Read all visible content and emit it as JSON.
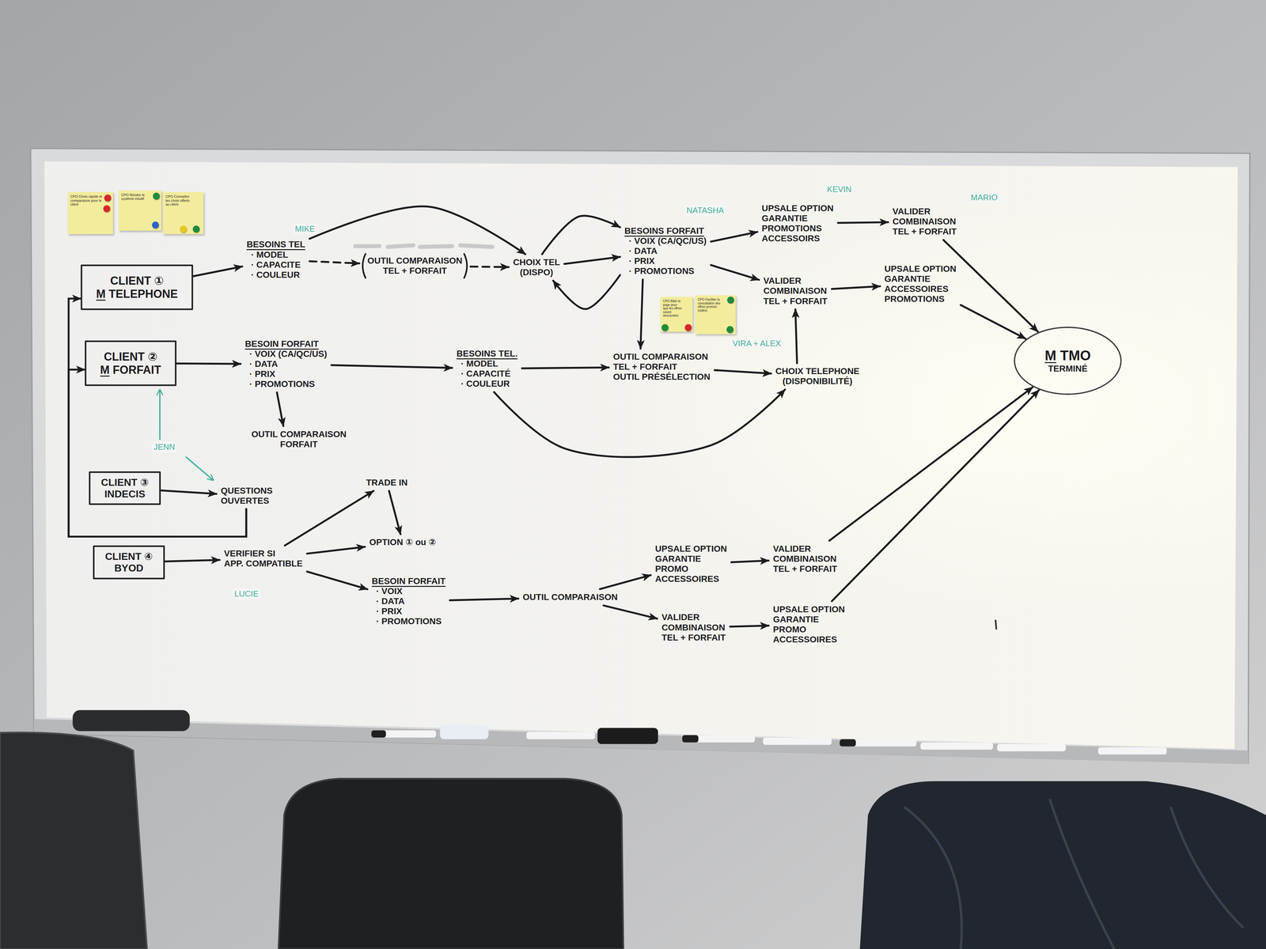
{
  "diagram": {
    "nodes": [
      {
        "text": [
          "CPO Choix rapide et comparaison pour le client"
        ]
      },
      {
        "text": [
          "CPO Rendre le système intuitif"
        ]
      },
      {
        "text": [
          "CPO Connaître les choix offerts au client"
        ]
      },
      {
        "text": [
          "CLIENT ①",
          "M TELEPHONE"
        ]
      },
      {
        "text": [
          "BESOINS TEL",
          "· MODEL",
          "· CAPACITE",
          "· COULEUR"
        ]
      },
      {
        "text": [
          "OUTIL COMPARAISON",
          "TEL + FORFAIT"
        ]
      },
      {
        "text": [
          "CHOIX TEL",
          "(DISPO)"
        ]
      },
      {
        "text": [
          "BESOINS FORFAIT",
          "· VOIX (CA/QC/US)",
          "· DATA",
          "· PRIX",
          "· PROMOTIONS"
        ]
      },
      {
        "text": [
          "UPSALE OPTION",
          "GARANTIE",
          "PROMOTIONS",
          "ACCESSOIRS"
        ]
      },
      {
        "text": [
          "VALIDER",
          "COMBINAISON",
          "TEL + FORFAIT"
        ]
      },
      {
        "text": [
          "VALIDER",
          "COMBINAISON",
          "TEL + FORFAIT"
        ]
      },
      {
        "text": [
          "UPSALE OPTION",
          "GARANTIE",
          "ACCESSOIRES",
          "PROMOTIONS"
        ]
      },
      {
        "text": [
          "CPO Bâtir la page pour que les offres soient structurées"
        ]
      },
      {
        "text": [
          "CPO Faciliter la consultation des offres promos (vidéo)"
        ]
      },
      {
        "text": [
          "CLIENT ②",
          "M FORFAIT"
        ]
      },
      {
        "text": [
          "BESOIN FORFAIT",
          "· VOIX (CA/QC/US)",
          "· DATA",
          "· PRIX",
          "· PROMOTIONS"
        ]
      },
      {
        "text": [
          "OUTIL COMPARAISON",
          "FORFAIT"
        ]
      },
      {
        "text": [
          "BESOINS TEL.",
          "· MODEL",
          "· CAPACITÉ",
          "· COULEUR"
        ]
      },
      {
        "text": [
          "OUTIL COMPARAISON",
          "TEL + FORFAIT",
          "OUTIL PRÉSÉLECTION"
        ]
      },
      {
        "text": [
          "CHOIX TELEPHONE",
          "(DISPONIBILITÉ)"
        ]
      },
      {
        "text": [
          "M TMO",
          "TERMINÉ"
        ]
      },
      {
        "text": [
          "CLIENT ③",
          "INDECIS"
        ]
      },
      {
        "text": [
          "QUESTIONS",
          "OUVERTES"
        ]
      },
      {
        "text": [
          "TRADE IN"
        ]
      },
      {
        "text": [
          "OPTION ① ou ②"
        ]
      },
      {
        "text": [
          "CLIENT ④",
          "BYOD"
        ]
      },
      {
        "text": [
          "VERIFIER SI",
          "APP. COMPATIBLE"
        ]
      },
      {
        "text": [
          "BESOIN FORFAIT",
          "· VOIX",
          "· DATA",
          "· PRIX",
          "· PROMOTIONS"
        ]
      },
      {
        "text": [
          "OUTIL COMPARAISON"
        ]
      },
      {
        "text": [
          "UPSALE OPTION",
          "GARANTIE",
          "PROMO",
          "ACCESSOIRES"
        ]
      },
      {
        "text": [
          "VALIDER",
          "COMBINAISON",
          "TEL + FORFAIT"
        ]
      },
      {
        "text": [
          "VALIDER",
          "COMBINAISON",
          "TEL + FORFAIT"
        ]
      },
      {
        "text": [
          "UPSALE OPTION",
          "GARANTIE",
          "PROMO",
          "ACCESSOIRES"
        ]
      }
    ],
    "edges": [
      {
        "from": 3,
        "to": 4,
        "arrow": "to"
      },
      {
        "from": 4,
        "to": 5,
        "arrow": "to"
      },
      {
        "from": 5,
        "to": 6,
        "arrow": "to"
      },
      {
        "from": 4,
        "to": 6,
        "arrow": "to"
      },
      {
        "from": 6,
        "to": 7,
        "arrow": "to"
      },
      {
        "from": 6,
        "to": 7,
        "arrow": "to"
      },
      {
        "from": 7,
        "to": 6,
        "arrow": "to"
      },
      {
        "from": 7,
        "to": 8,
        "arrow": "to"
      },
      {
        "from": 7,
        "to": 9,
        "arrow": "to"
      },
      {
        "from": 7,
        "to": 18,
        "arrow": "to"
      },
      {
        "from": 8,
        "to": 10,
        "arrow": "to"
      },
      {
        "from": 9,
        "to": 11,
        "arrow": "to"
      },
      {
        "from": 10,
        "to": 20,
        "arrow": "to"
      },
      {
        "from": 11,
        "to": 20,
        "arrow": "to"
      },
      {
        "from": 14,
        "to": 15,
        "arrow": "to"
      },
      {
        "from": 15,
        "to": 16,
        "arrow": "to"
      },
      {
        "from": 15,
        "to": 17,
        "arrow": "to"
      },
      {
        "from": 17,
        "to": 18,
        "arrow": "to"
      },
      {
        "from": 17,
        "to": 19,
        "arrow": "to"
      },
      {
        "from": 18,
        "to": 19,
        "arrow": "to"
      },
      {
        "from": 19,
        "to": 9,
        "arrow": "to"
      },
      {
        "from": 21,
        "to": 22,
        "arrow": "to"
      },
      {
        "from": 22,
        "to": 3,
        "arrow": "to"
      },
      {
        "from": 22,
        "to": 14,
        "arrow": "to"
      },
      {
        "from": 25,
        "to": 26,
        "arrow": "to"
      },
      {
        "from": 26,
        "to": 23,
        "arrow": "to"
      },
      {
        "from": 23,
        "to": 24,
        "arrow": "to"
      },
      {
        "from": 26,
        "to": 24,
        "arrow": "to"
      },
      {
        "from": 26,
        "to": 27,
        "arrow": "to"
      },
      {
        "from": 27,
        "to": 28,
        "arrow": "to"
      },
      {
        "from": 28,
        "to": 29,
        "arrow": "to"
      },
      {
        "from": 28,
        "to": 31,
        "arrow": "to"
      },
      {
        "from": 29,
        "to": 30,
        "arrow": "to"
      },
      {
        "from": 31,
        "to": 32,
        "arrow": "to"
      },
      {
        "from": 30,
        "to": 20,
        "arrow": "to"
      },
      {
        "from": 32,
        "to": 20,
        "arrow": "to"
      }
    ],
    "labels": [
      "MIKE",
      "NATASHA",
      "KEVIN",
      "MARIO",
      "VIRA + ALEX",
      "JENN",
      "LUCIE"
    ]
  }
}
